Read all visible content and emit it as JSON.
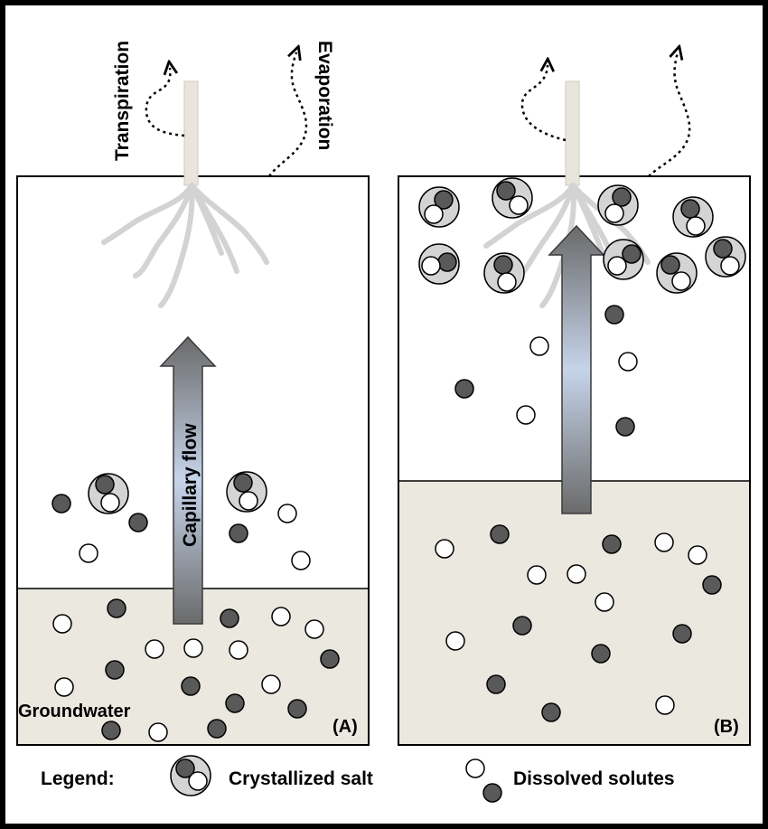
{
  "labels": {
    "transpiration": "Transpiration",
    "evaporation": "Evaporation",
    "capillary_flow": "Capillary flow",
    "groundwater": "Groundwater",
    "panel_a": "(A)",
    "panel_b": "(B)"
  },
  "legend": {
    "title": "Legend:",
    "crystallized_salt": "Crystallized salt",
    "dissolved_solutes": "Dissolved solutes"
  },
  "colors": {
    "background": "#ffffff",
    "border": "#000000",
    "groundwater_fill": "#ebe8df",
    "dark_particle": "#595959",
    "light_particle": "#ffffff",
    "crystal_ring": "#d4d4d4",
    "root": "#d3d3d3",
    "stem": "#e8e6dc"
  },
  "icons": {
    "flow_arrow": "arrow-up-icon",
    "vapor_arrow": "dotted-wavy-arrow-icon"
  }
}
